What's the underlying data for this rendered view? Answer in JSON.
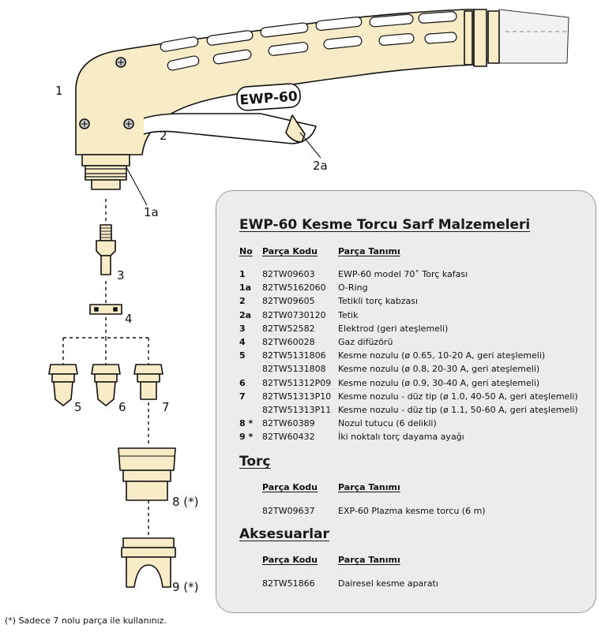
{
  "torch": {
    "model_label": "EWP-60"
  },
  "callouts": [
    "1",
    "1a",
    "2",
    "2a",
    "3",
    "4",
    "5",
    "6",
    "7",
    "8 (*)",
    "9 (*)"
  ],
  "consumables": {
    "title": "EWP-60 Kesme Torcu Sarf Malzemeleri",
    "headers": {
      "no": "No",
      "code": "Parça Kodu",
      "desc": "Parça Tanımı"
    },
    "rows": [
      {
        "no": "1",
        "code": "82TW09603",
        "desc": "EWP-60 model 70˚ Torç kafası"
      },
      {
        "no": "1a",
        "code": "82TW5162060",
        "desc": "O-Ring"
      },
      {
        "no": "2",
        "code": "82TW09605",
        "desc": "Tetikli torç kabzası"
      },
      {
        "no": "2a",
        "code": "82TW0730120",
        "desc": "Tetik"
      },
      {
        "no": "3",
        "code": "82TW52582",
        "desc": "Elektrod (geri ateşlemeli)"
      },
      {
        "no": "4",
        "code": "82TW60028",
        "desc": "Gaz difüzörü"
      },
      {
        "no": "5",
        "code": "82TW5131806",
        "desc": "Kesme nozulu (ø 0.65, 10-20 A, geri ateşlemeli)"
      },
      {
        "no": "",
        "code": "82TW5131808",
        "desc": "Kesme nozulu (ø 0.8, 20-30 A, geri ateşlemeli)"
      },
      {
        "no": "6",
        "code": "82TW51312P09",
        "desc": "Kesme nozulu (ø 0.9, 30-40 A, geri ateşlemeli)"
      },
      {
        "no": "7",
        "code": "82TW51313P10",
        "desc": "Kesme nozulu - düz tip (ø 1.0, 40-50 A, geri ateşlemeli)"
      },
      {
        "no": "",
        "code": "82TW51313P11",
        "desc": "Kesme nozulu - düz tip (ø 1.1, 50-60 A, geri ateşlemeli)"
      },
      {
        "no": "8 *",
        "code": "82TW60389",
        "desc": "Nozul tutucu (6 delikli)"
      },
      {
        "no": "9 *",
        "code": "82TW60432",
        "desc": "İki noktalı torç dayama ayağı"
      }
    ]
  },
  "torch_section": {
    "title": "Torç",
    "headers": {
      "code": "Parça Kodu",
      "desc": "Parça Tanımı"
    },
    "rows": [
      {
        "code": "82TW09637",
        "desc": "EXP-60 Plazma kesme torcu (6 m)"
      }
    ]
  },
  "accessories": {
    "title": "Aksesuarlar",
    "headers": {
      "code": "Parça Kodu",
      "desc": "Parça Tanımı"
    },
    "rows": [
      {
        "code": "82TW51866",
        "desc": "Dairesel kesme aparatı"
      }
    ]
  },
  "footnote": "(*) Sadece 7 nolu parça ile kullanınız."
}
